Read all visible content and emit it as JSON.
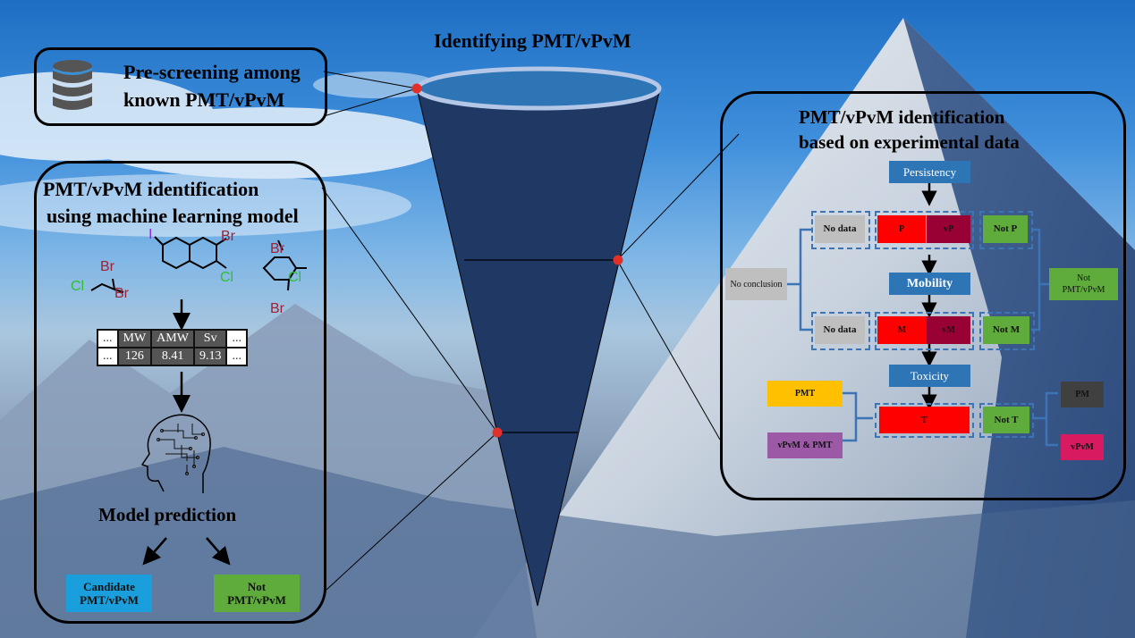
{
  "funnel": {
    "title": "Identifying PMT/vPvM"
  },
  "prescreen": {
    "icon": "database-icon",
    "text_line1": "Pre-screening among",
    "text_line2": "known PMT/vPvM"
  },
  "ml_panel": {
    "title_line1": "PMT/vPvM identification",
    "title_line2": "using machine learning model",
    "molecules": {
      "mol1_atoms": [
        "Cl",
        "Br",
        "Br"
      ],
      "mol2_atoms": [
        "I",
        "Br",
        "Cl"
      ],
      "mol3_atoms": [
        "Br",
        "Cl",
        "Br"
      ]
    },
    "descriptor_table": {
      "header": [
        "...",
        "MW",
        "AMW",
        "Sv",
        "..."
      ],
      "values": [
        "...",
        "126",
        "8.41",
        "9.13",
        "..."
      ]
    },
    "brain_icon": "brain-circuit-icon",
    "prediction_label": "Model prediction",
    "outcomes": [
      {
        "label_line1": "Candidate",
        "label_line2": "PMT/vPvM",
        "color": "#1a9fdc"
      },
      {
        "label_line1": "Not",
        "label_line2": "PMT/vPvM",
        "color": "#5fac3c"
      }
    ]
  },
  "exp_panel": {
    "title_line1": "PMT/vPvM identification",
    "title_line2": "based on experimental data",
    "steps": {
      "persistency": "Persistency",
      "mobility": "Mobility",
      "toxicity": "Toxicity"
    },
    "p_row": {
      "no_data": "No data",
      "p": "P",
      "vp": "vP",
      "not": "Not P"
    },
    "m_row": {
      "no_data": "No data",
      "m": "M",
      "vm": "vM",
      "not": "Not M"
    },
    "t_row": {
      "t": "T",
      "not": "Not T"
    },
    "no_conclusion": "No conclusion",
    "not_pmt": {
      "line1": "Not",
      "line2": "PMT/vPvM"
    },
    "results": {
      "pmt": "PMT",
      "vpvm_pmt": "vPvM & PMT",
      "pm": "PM",
      "vpvm": "vPvM"
    },
    "colors": {
      "step_blue": "#2e75b6",
      "red": "#ff0000",
      "dark_red": "#990033",
      "grey": "#bfbfbf",
      "green": "#5fac3c",
      "yellow": "#ffc000",
      "purple": "#9b59a6",
      "dark_grey": "#404040",
      "pink": "#d81b60"
    }
  }
}
